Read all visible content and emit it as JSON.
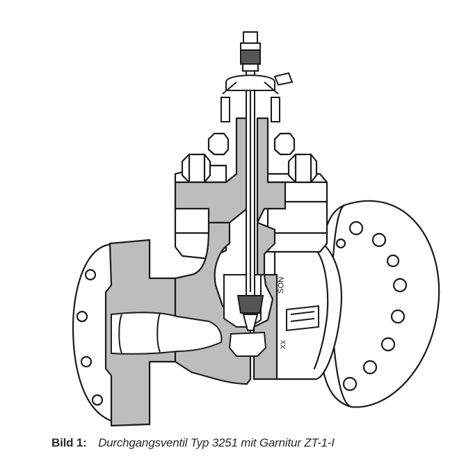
{
  "caption": {
    "label": "Bild 1:",
    "text": "Durchgangsventil Typ 3251 mit Garnitur ZT-1-I"
  },
  "body_markings": {
    "right_upper": "SON",
    "right_lower": "XX"
  },
  "colors": {
    "line": "#1a1a1a",
    "section_fill": "#bdbdbd",
    "dark_part": "#555555",
    "paper": "#ffffff"
  }
}
